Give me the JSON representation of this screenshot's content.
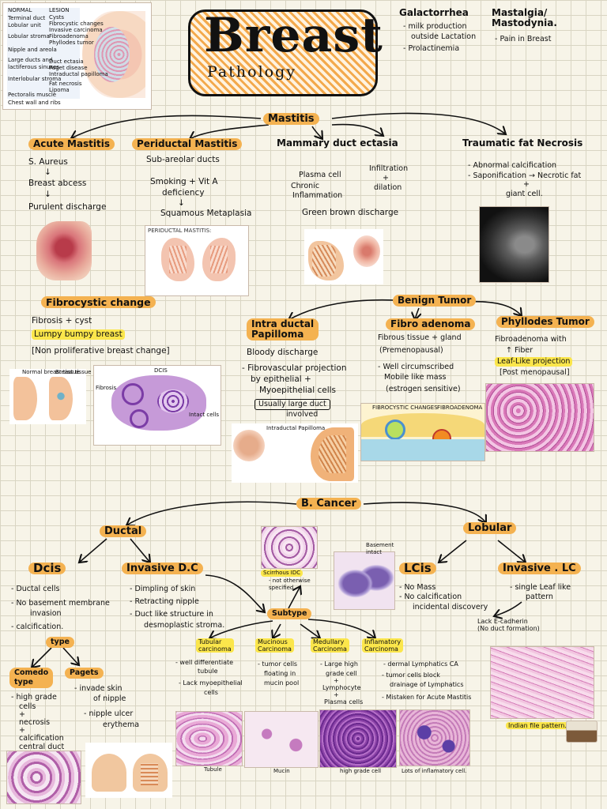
{
  "title": {
    "main": "Breast",
    "sub": "Pathology"
  },
  "top_notes": {
    "galactorrhea": "Galactorrhea",
    "galactorrhea_items": [
      "- milk production",
      "outside Lactation",
      "- Prolactinemia"
    ],
    "mastalgia": "Mastalgia/\nMastodynia.",
    "mastalgia_item": "- Pain in Breast"
  },
  "mastitis": {
    "heading": "Mastitis",
    "acute": {
      "title": "Acute Mastitis",
      "lines": [
        "S. Aureus",
        "↓",
        "Breast abcess",
        "↓",
        "Purulent discharge"
      ]
    },
    "periductal": {
      "title": "Periductal Mastitis",
      "lines": [
        "Sub-areolar ducts",
        "Smoking + Vit A",
        "deficiency",
        "↓",
        "Squamous Metaplasia"
      ]
    },
    "duct_ectasia": {
      "title": "Mammary duct ectasia",
      "left": [
        "Plasma cell",
        "Chronic",
        "Inflammation"
      ],
      "right": [
        "Infiltration",
        "+",
        "dilation"
      ],
      "bottom": "Green brown discharge"
    },
    "fat_necrosis": {
      "title": "Traumatic fat Necrosis",
      "lines": [
        "- Abnormal calcification",
        "- Saponification → Necrotic fat",
        "+",
        "giant cell."
      ]
    }
  },
  "fibrocystic": {
    "title": "Fibrocystic change",
    "lines": [
      "Fibrosis + cyst",
      "Lumpy bumpy breast",
      "[Non proliferative breast change]"
    ]
  },
  "benign": {
    "heading": "Benign Tumor",
    "papilloma": {
      "title": "Intra ductal\nPapilloma",
      "lines": [
        "Bloody discharge",
        "- Fibrovascular projection",
        "by epithelial +",
        "Myoepithelial cells",
        "Usually large duct",
        "involved"
      ]
    },
    "fibroadenoma": {
      "title": "Fibro adenoma",
      "lines": [
        "Fibrous tissue + gland",
        "(Premenopausal)",
        "- Well circumscribed",
        "Mobile like mass",
        "(estrogen sensitive)"
      ]
    },
    "phyllodes": {
      "title": "Phyllodes Tumor",
      "lines": [
        "Fibroadenoma with",
        "↑ Fiber",
        "Leaf-Like projection",
        "[Post menopausal]"
      ]
    }
  },
  "cancer": {
    "heading": "B. Cancer",
    "ductal": "Ductal",
    "lobular": "Lobular",
    "dcis": {
      "title": "Dcis",
      "lines": [
        "- Ductal cells",
        "- No basement membrane",
        "invasion",
        "- calcification."
      ]
    },
    "type": "type",
    "comedo": {
      "title": "Comedo\ntype",
      "lines": [
        "- high grade",
        "cells",
        "+",
        "necrosis",
        "+",
        "calcification",
        "central duct"
      ]
    },
    "pagets": {
      "title": "Pagets",
      "lines": [
        "- invade skin",
        "of nipple",
        "- nipple ulcer",
        "erythema"
      ]
    },
    "idc": {
      "title": "Invasive D.C",
      "lines": [
        "- Dimpling of skin",
        "- Retracting nipple",
        "- Duct like structure in",
        "desmoplastic stroma."
      ]
    },
    "scirrhous": {
      "title": "Scirrhous IDC",
      "note": "- not otherwise\nspecified"
    },
    "subtype": "Subtype",
    "subtypes": [
      {
        "title": "Tubular\ncarcinoma",
        "lines": [
          "- well differentiate",
          "tubule",
          "- Lack myoepithelial",
          "cells"
        ],
        "caption": "Tubule"
      },
      {
        "title": "Mucinous\nCarcinoma",
        "lines": [
          "- tumor cells",
          "floating in",
          "mucin pool"
        ],
        "caption": "Mucin"
      },
      {
        "title": "Medullary\nCarcinoma",
        "lines": [
          "- Large high",
          "grade cell",
          "+",
          "Lymphocyte",
          "+",
          "Plasma cells"
        ],
        "caption": "high grade cell"
      },
      {
        "title": "Inflamatory\nCarcinoma",
        "lines": [
          "- dermal Lymphatics CA",
          "- tumor cells block",
          "drainage of Lymphatics",
          "- Mistaken for Acute Mastitis"
        ],
        "caption": "Lots of inflamatory cell."
      }
    ],
    "lcis": {
      "title": "LCis",
      "lines": [
        "- No Mass",
        "- No calcification",
        "incidental discovery"
      ],
      "label": "Basement\nintact"
    },
    "ilc": {
      "title": "Invasive . LC",
      "lines": [
        "- single Leaf like",
        "pattern"
      ],
      "ecad": "Lack E-cadherin\n(No duct formation)",
      "caption": "Indian file pattern."
    }
  },
  "figure_labels": {
    "anatomy": [
      "NORMAL",
      "LESION",
      "Terminal duct\nLobular unit",
      "Lobular stroma",
      "Nipple and areola",
      "Large ducts and\nlactiferous sinuses",
      "Interlobular stroma",
      "Pectoralis muscle",
      "Chest wall and ribs"
    ],
    "anatomy_lesions": [
      "Cysts",
      "Fibrocystic changes",
      "Invasive carcinoma",
      "Fibroadenoma",
      "Phyllodes tumor",
      "Duct ectasia",
      "Paget disease",
      "Intraductal papilloma",
      "Fat necrosis",
      "Lipoma"
    ],
    "periductal": "PERIDUCTAL MASTITIS:",
    "fibrocystic_labels": [
      "Normal breast tissue",
      "Breast tissue with multiple cysts",
      "Fibrosis",
      "DCIS",
      "Intact cells"
    ],
    "papilloma": "Intraductal Papilloma",
    "fibroadenoma": [
      "FIBROCYSTIC CHANGES",
      "FIBROADENOMA"
    ]
  },
  "colors": {
    "highlight_orange": "#f4b251",
    "highlight_yellow": "#fbe64b",
    "pink_stain": "#d978b8",
    "purple_stain": "#7b3ca6"
  }
}
